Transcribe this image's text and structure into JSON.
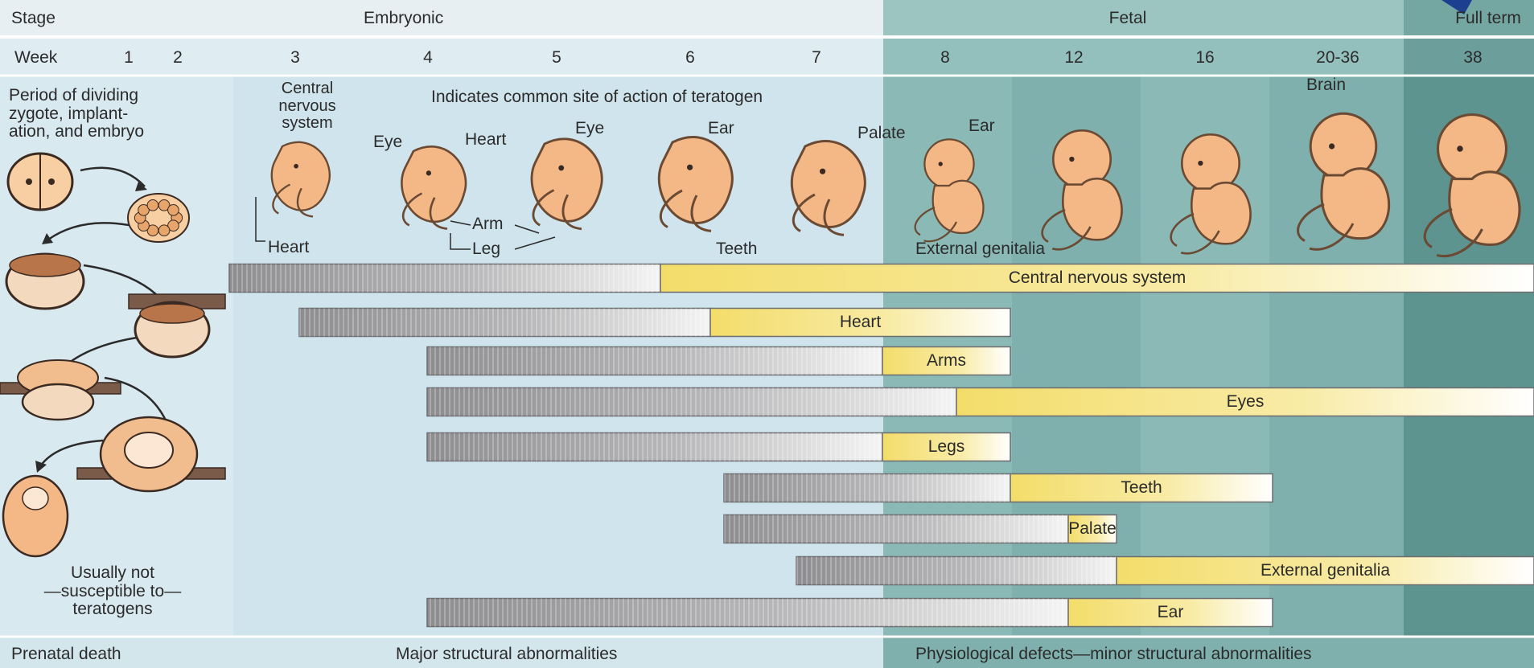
{
  "colors": {
    "embryonic_bg": "#cfe4ec",
    "fetal_bg": "#86b6b3",
    "full_term_bg": "#5e948f",
    "header_bg": "#e7eff2",
    "susceptible_bar": "#f3dd6a",
    "embryo_skin": "#f4b887"
  },
  "stage_row": {
    "label": "Stage",
    "embryonic": "Embryonic",
    "fetal": "Fetal",
    "full_term": "Full term"
  },
  "week_row": {
    "label": "Week",
    "weeks": [
      "1",
      "2",
      "3",
      "4",
      "5",
      "6",
      "7",
      "8",
      "12",
      "16",
      "20-36",
      "38"
    ]
  },
  "left_panel": {
    "period_text": "Period of dividing\nzygote, implant-\nation, and embryo",
    "not_susceptible": "Usually not\n—susceptible to—\nteratogens",
    "prenatal_death": "Prenatal death"
  },
  "annotations": {
    "cns_label": "Central\nnervous\nsystem",
    "indicates": "Indicates common site of action of teratogen",
    "heart_w3": "Heart",
    "eye_w4": "Eye",
    "heart_w4": "Heart",
    "eye_w5": "Eye",
    "arm": "Arm",
    "leg": "Leg",
    "ear_w6": "Ear",
    "teeth": "Teeth",
    "palate": "Palate",
    "ear_w8": "Ear",
    "external_genitalia": "External genitalia",
    "brain": "Brain"
  },
  "footer": {
    "major": "Major structural abnormalities",
    "physiological": "Physiological defects—minor structural abnormalities"
  },
  "bars": [
    {
      "label": "Central nervous system",
      "start_week": "3",
      "susceptible_from": "6",
      "end_week": "38",
      "end_open": true
    },
    {
      "label": "Heart",
      "start_week": "3.5",
      "susceptible_from": "6.5",
      "end_week": "8.5"
    },
    {
      "label": "Arms",
      "start_week": "4",
      "susceptible_from": "8",
      "end_week": "8.5"
    },
    {
      "label": "Eyes",
      "start_week": "4",
      "susceptible_from": "8.1",
      "end_week": "38",
      "end_open": true
    },
    {
      "label": "Legs",
      "start_week": "4",
      "susceptible_from": "8",
      "end_week": "8.5"
    },
    {
      "label": "Teeth",
      "start_week": "6.3",
      "susceptible_from": "8.5",
      "end_week": "20-36"
    },
    {
      "label": "Palate",
      "start_week": "6.3",
      "susceptible_from": "12",
      "end_week": "12.5"
    },
    {
      "label": "External genitalia",
      "start_week": "7",
      "susceptible_from": "12.5",
      "end_week": "38",
      "end_open": true
    },
    {
      "label": "Ear",
      "start_week": "4",
      "susceptible_from": "12",
      "end_week": "20-36"
    }
  ]
}
